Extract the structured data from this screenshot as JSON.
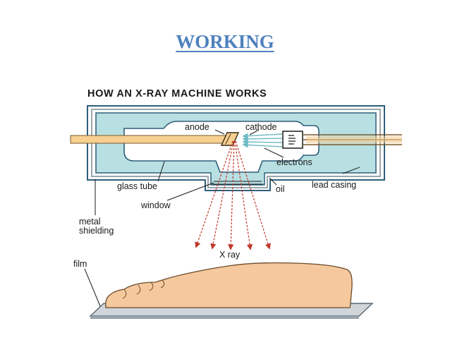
{
  "title": "WORKING",
  "diagram": {
    "heading": "HOW AN X-RAY MACHINE WORKS",
    "labels": {
      "anode": "anode",
      "cathode": "cathode",
      "electrons": "electrons",
      "glass_tube": "glass tube",
      "oil": "oil",
      "lead_casing": "lead casing",
      "window": "window",
      "metal_shielding_line1": "metal",
      "metal_shielding_line2": "shielding",
      "x_ray": "X ray",
      "film": "film"
    },
    "colors": {
      "title": "#4f81bd",
      "casing_fill": "#b8dfe2",
      "casing_stroke": "#2e5f7a",
      "tube_fill": "#ffffff",
      "anode_fill": "#f6cf91",
      "ray": "#c0392b",
      "electron_arrow": "#6fbac4",
      "skin": "#f5c99d",
      "film": "#cfd5da"
    }
  }
}
